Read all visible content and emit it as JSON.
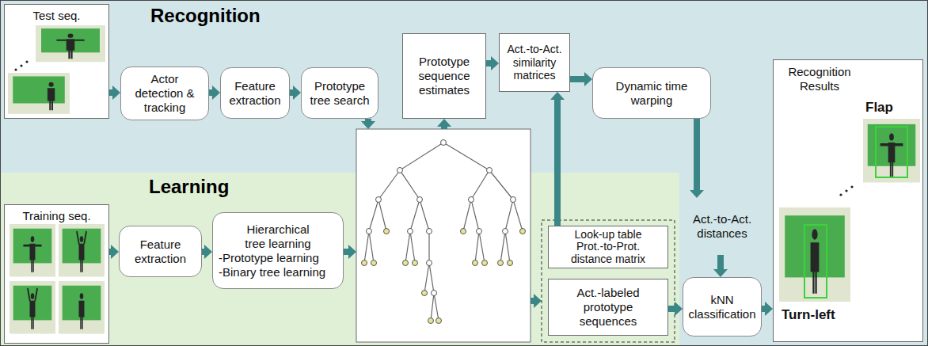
{
  "diagram": {
    "nodes": [
      {
        "text": [
          "Test seq."
        ]
      },
      {
        "text": [
          "Actor detection & tracking"
        ]
      },
      {
        "text": [
          "Feature extraction"
        ]
      },
      {
        "text": [
          "Prototype tree search"
        ]
      },
      {
        "text": [
          "Prototype sequence estimates"
        ]
      },
      {
        "text": [
          "Act.-to-Act. similarity matrices"
        ]
      },
      {
        "text": [
          "Dynamic time warping"
        ]
      },
      {
        "text": [
          "Training seq."
        ]
      },
      {
        "text": [
          "Feature extraction"
        ]
      },
      {
        "text": [
          "Hierarchical tree learning",
          "-Prototype learning",
          "-Binary tree learning"
        ]
      },
      {
        "text": [
          "Look-up table Prot.-to-Prot. distance matrix"
        ]
      },
      {
        "text": [
          "Act.-labeled prototype sequences"
        ]
      },
      {
        "text": [
          "Act.-to-Act. distances"
        ]
      },
      {
        "text": [
          "kNN classification"
        ]
      },
      {
        "text": [
          "Recognition Results",
          "Flap",
          "Turn-left"
        ]
      }
    ],
    "edges": [
      {
        "from": 0,
        "to": 1,
        "arrow": "to"
      },
      {
        "from": 1,
        "to": 2,
        "arrow": "to"
      },
      {
        "from": 2,
        "to": 3,
        "arrow": "to"
      },
      {
        "from": 4,
        "to": 5,
        "arrow": "to"
      },
      {
        "from": 5,
        "to": 6,
        "arrow": "to"
      },
      {
        "from": 6,
        "to": 12,
        "arrow": "to"
      },
      {
        "from": 12,
        "to": 13,
        "arrow": "to"
      },
      {
        "from": 13,
        "to": 14,
        "arrow": "to"
      },
      {
        "from": 7,
        "to": 8,
        "arrow": "to"
      },
      {
        "from": 8,
        "to": 9,
        "arrow": "to"
      },
      {
        "from": 10,
        "to": 5,
        "arrow": "to"
      },
      {
        "from": 11,
        "to": 13,
        "arrow": "to"
      }
    ],
    "labels": [
      "Recognition",
      "Learning"
    ]
  }
}
